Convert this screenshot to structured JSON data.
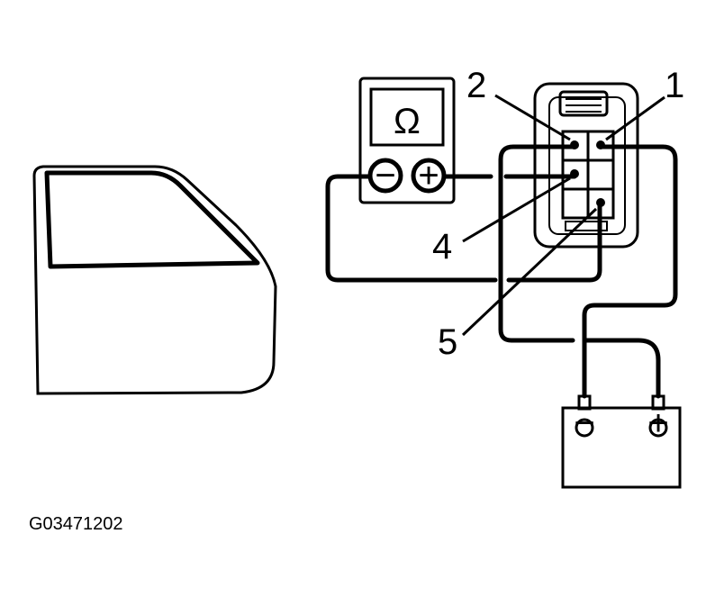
{
  "meter": {
    "symbol": "Ω",
    "neg_symbol": "−",
    "pos_symbol": "+"
  },
  "callouts": [
    "2",
    "1",
    "4",
    "5"
  ],
  "battery": {
    "neg_symbol": "−",
    "pos_symbol": "+"
  },
  "figure_code": "G03471202"
}
